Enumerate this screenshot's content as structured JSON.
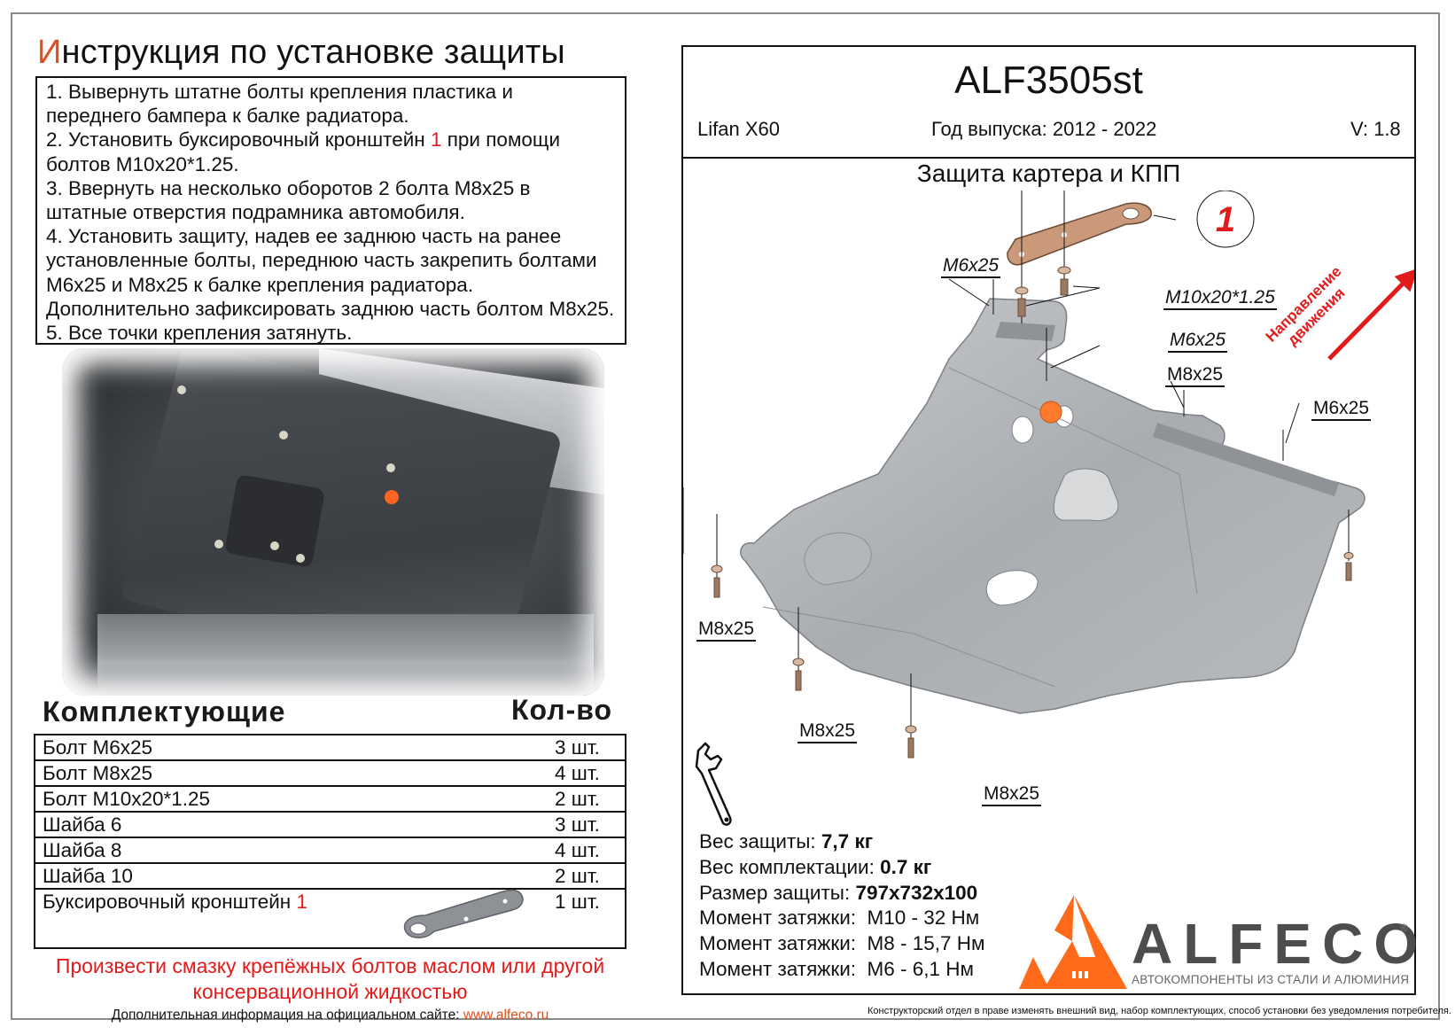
{
  "instructions": {
    "title_first_letter": "И",
    "title_rest": "нструкция по установке защиты",
    "steps": [
      "1.   Вывернуть штатне болты крепления пластика и",
      "переднего бампера к балке радиатора.",
      "2.   Установить буксировочный кронштейн ",
      "1",
      " при помощи",
      "болтов М10x20*1.25.",
      "3.   Ввернуть на несколько оборотов 2 болта М8x25 в",
      "штатные отверстия подрамника автомобиля.",
      "4.   Установить защиту, надев ее заднюю часть на ранее",
      "установленные болты, переднюю часть закрепить болтами",
      "М6x25 и М8x25 к балке крепления радиатора.",
      "Дополнительно зафиксировать заднюю часть болтом М8x25.",
      "5.   Все точки крепления затянуть."
    ]
  },
  "photo": {
    "description": "installed-skid-plate-photo"
  },
  "kit": {
    "title": "Комплектующие",
    "qty_title": "Кол-во",
    "rows": [
      {
        "name": "Болт М6x25",
        "qty": "3 шт."
      },
      {
        "name": "Болт М8x25",
        "qty": "4 шт."
      },
      {
        "name": "Болт М10x20*1.25",
        "qty": "2 шт."
      },
      {
        "name": "Шайба 6",
        "qty": "3 шт."
      },
      {
        "name": "Шайба 8",
        "qty": "4 шт."
      },
      {
        "name": "Шайба 10",
        "qty": "2 шт."
      },
      {
        "name": "Буксировочный кронштейн ",
        "name_ref": "1",
        "qty": "1 шт."
      }
    ]
  },
  "notes": {
    "warning_line1": "Произвести смазку крепёжных болтов маслом или другой",
    "warning_line2": "консервационной жидкостью",
    "site_prefix": "Дополнительная информация на официальном сайте: ",
    "site_link": "www.alfeco.ru"
  },
  "product": {
    "part_number": "ALF3505st",
    "car": "Lifan X60",
    "years": "Год выпуска: 2012 - 2022",
    "version": "V: 1.8",
    "subtitle": "Защита картера и КПП"
  },
  "diagram": {
    "callout_number": "1",
    "direction_line1": "Направление",
    "direction_line2": "движения",
    "labels": {
      "m6_top_left": "M6x25",
      "m10": "M10x20*1.25",
      "m6_mid": "M6x25",
      "m8_mid": "M8x25",
      "m6_right": "M6x25",
      "m8_left": "M8x25",
      "m8_bottom_left": "M8x25",
      "m8_bottom": "M8x25"
    }
  },
  "specs": {
    "weight_label": "Вес защиты: ",
    "weight_value": "7,7 кг",
    "kit_weight_label": "Вес комплектации: ",
    "kit_weight_value": "0.7 кг",
    "size_label": "Размер защиты: ",
    "size_value": "797x732x100",
    "torque_label": "Момент затяжки:  ",
    "torque": [
      "М10 - 32 Нм",
      "М8 - 15,7 Нм",
      "М6 - 6,1 Нм"
    ]
  },
  "brand": {
    "name": "ALFECO",
    "reg": "®",
    "tagline": "АВТОКОМПОНЕНТЫ ИЗ СТАЛИ И АЛЮМИНИЯ",
    "accent": "#ff6a1a",
    "text_color": "#4d4d4f"
  },
  "disclaimer": "Конструкторский отдел в праве изменять внешний вид, набор комплектующих, способ установки без уведомления потребителя."
}
